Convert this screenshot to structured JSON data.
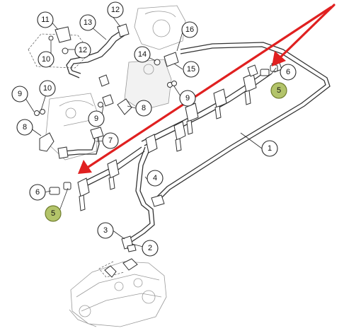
{
  "diagram": {
    "callouts": [
      {
        "label": "1"
      },
      {
        "label": "2"
      },
      {
        "label": "3"
      },
      {
        "label": "4"
      },
      {
        "label": "5"
      },
      {
        "label": "5"
      },
      {
        "label": "6"
      },
      {
        "label": "6"
      },
      {
        "label": "7"
      },
      {
        "label": "8"
      },
      {
        "label": "8"
      },
      {
        "label": "9"
      },
      {
        "label": "9"
      },
      {
        "label": "9"
      },
      {
        "label": "10"
      },
      {
        "label": "10"
      },
      {
        "label": "11"
      },
      {
        "label": "12"
      },
      {
        "label": "12"
      },
      {
        "label": "13"
      },
      {
        "label": "14"
      },
      {
        "label": "15"
      },
      {
        "label": "16"
      }
    ],
    "highlight_color": "#b3c46a",
    "arrow_color": "#e02020"
  }
}
